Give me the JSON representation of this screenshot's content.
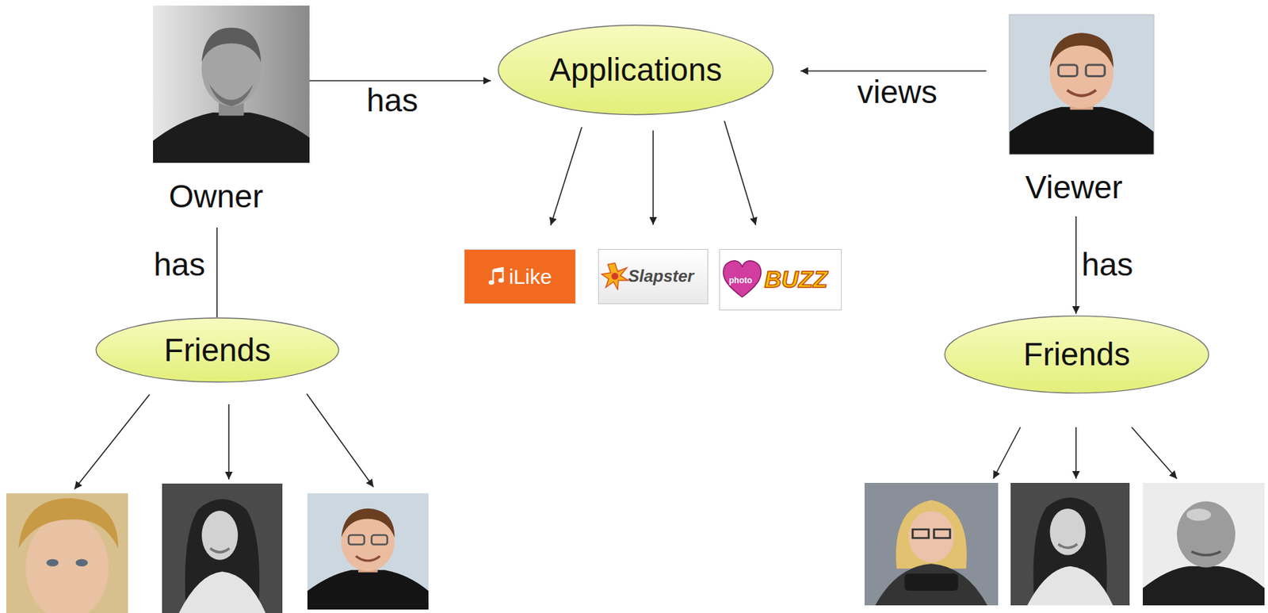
{
  "diagram": {
    "nodes": [
      {
        "text": [
          "Owner"
        ]
      },
      {
        "text": [
          "Applications"
        ]
      },
      {
        "text": [
          "Viewer"
        ]
      },
      {
        "text": [
          "iLike"
        ]
      },
      {
        "text": [
          "Slapster"
        ]
      },
      {
        "text": [
          "photo",
          "BUZZ"
        ]
      },
      {
        "text": [
          "Friends"
        ]
      },
      {
        "text": [
          "Friends"
        ]
      }
    ],
    "edges": [
      {
        "from": 0,
        "to": 1,
        "arrow": "to",
        "label": "has"
      },
      {
        "from": 2,
        "to": 1,
        "arrow": "to",
        "label": "views"
      },
      {
        "from": 1,
        "to": 3,
        "arrow": "to"
      },
      {
        "from": 1,
        "to": 4,
        "arrow": "to"
      },
      {
        "from": 1,
        "to": 5,
        "arrow": "to"
      },
      {
        "from": 0,
        "to": 6,
        "arrow": "none",
        "label": "has"
      },
      {
        "from": 2,
        "to": 7,
        "arrow": "to",
        "label": "has"
      }
    ]
  }
}
